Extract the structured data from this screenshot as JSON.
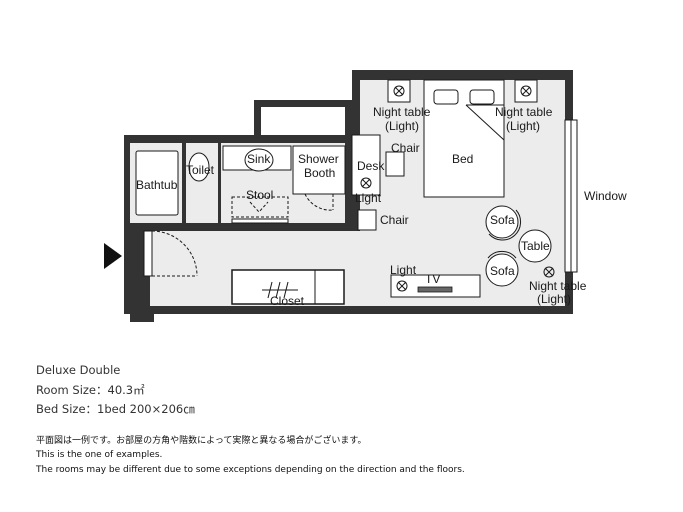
{
  "labels": {
    "night_table_1": "Night table",
    "night_table_1_sub": "(Light)",
    "night_table_2": "Night table",
    "night_table_2_sub": "(Light)",
    "night_table_3": "Night table",
    "night_table_3_sub": "(Light)",
    "bed": "Bed",
    "chair_1": "Chair",
    "chair_2": "Chair",
    "desk": "Desk",
    "light_1": "Light",
    "light_2": "Light",
    "window": "Window",
    "sink": "Sink",
    "shower_booth_1": "Shower",
    "shower_booth_2": "Booth",
    "toilet": "Toilet",
    "bathtub": "Bathtub",
    "stool": "Stool",
    "sofa_1": "Sofa",
    "sofa_2": "Sofa",
    "table": "Table",
    "tv": "TV",
    "closet": "Closet"
  },
  "room_info": {
    "type": "Deluxe Double",
    "room_size": "Room Size：40.3㎡",
    "bed_size": "Bed Size：1bed 200×206㎝"
  },
  "notes": {
    "jp": "平面図は一例です。お部屋の方角や階数によって実際と異なる場合がございます。",
    "en1": "This is the one of examples.",
    "en2": "The rooms may be different due to some exceptions depending on the direction and the floors."
  },
  "colors": {
    "wall": "#333333",
    "floor": "#ececec",
    "furniture": "#ffffff",
    "line": "#1a1a1a"
  }
}
